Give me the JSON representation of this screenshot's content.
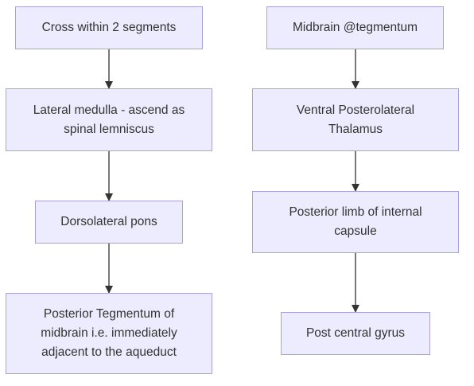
{
  "diagram": {
    "nodes": [
      {
        "id": "n1",
        "label": "Cross within 2 segments"
      },
      {
        "id": "n2",
        "label": "Lateral medulla - ascend as\nspinal lemniscus"
      },
      {
        "id": "n3",
        "label": "Dorsolateral pons"
      },
      {
        "id": "n4",
        "label": "Posterior Tegmentum of\nmidbrain i.e. immediately\nadjacent to the aqueduct"
      },
      {
        "id": "n5",
        "label": "Midbrain @tegmentum"
      },
      {
        "id": "n6",
        "label": "Ventral Posterolateral\nThalamus"
      },
      {
        "id": "n7",
        "label": "Posterior limb of internal\ncapsule"
      },
      {
        "id": "n8",
        "label": "Post central gyrus"
      }
    ],
    "edges": [
      {
        "from": "n1",
        "to": "n2"
      },
      {
        "from": "n2",
        "to": "n3"
      },
      {
        "from": "n3",
        "to": "n4"
      },
      {
        "from": "n5",
        "to": "n6"
      },
      {
        "from": "n6",
        "to": "n7"
      },
      {
        "from": "n7",
        "to": "n8"
      }
    ],
    "colors": {
      "node_fill": "#ececfe",
      "node_border": "#a9a2da",
      "edge": "#333333",
      "text": "#333333"
    }
  }
}
